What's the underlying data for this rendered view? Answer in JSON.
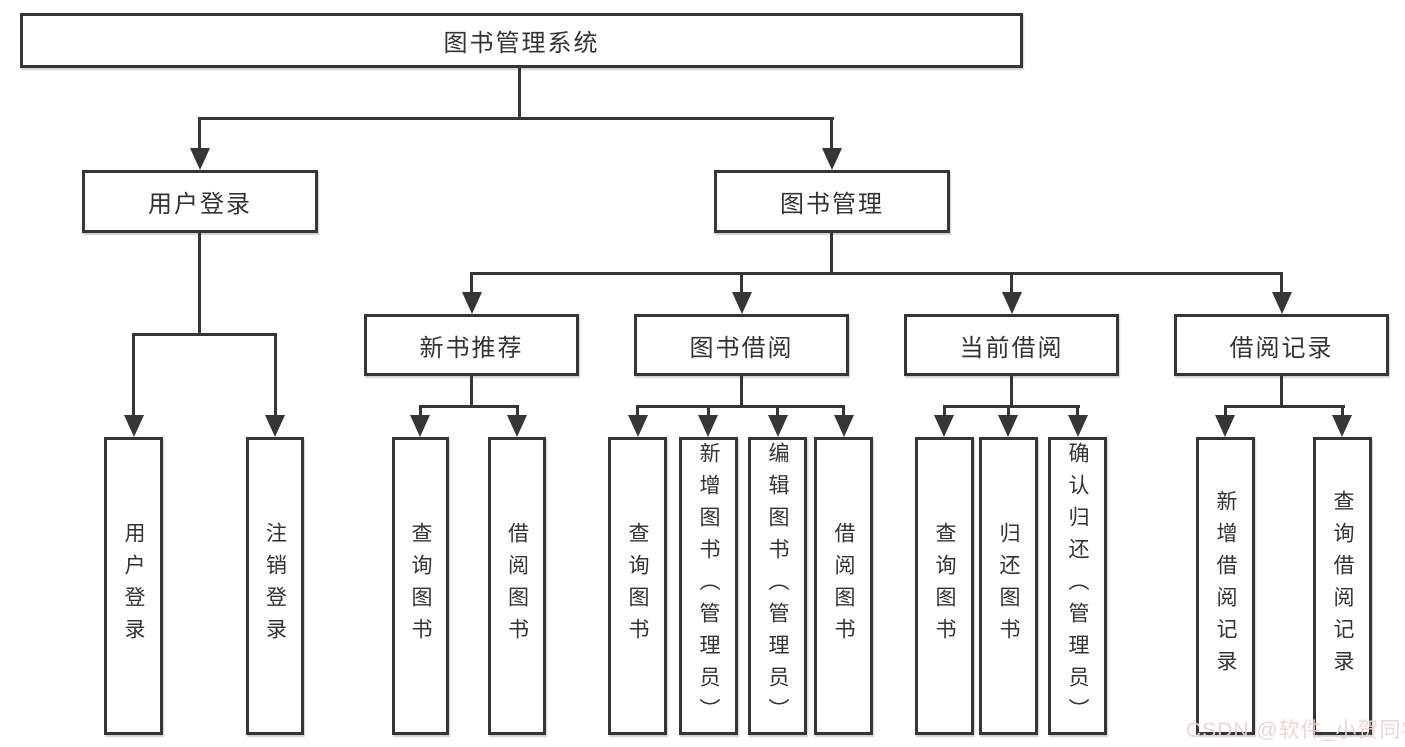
{
  "tree": {
    "label": "图书管理系统",
    "children": [
      {
        "label": "用户登录",
        "children": [
          {
            "label": "用户登录"
          },
          {
            "label": "注销登录"
          }
        ]
      },
      {
        "label": "图书管理",
        "children": [
          {
            "label": "新书推荐",
            "children": [
              {
                "label": "查询图书"
              },
              {
                "label": "借阅图书"
              }
            ]
          },
          {
            "label": "图书借阅",
            "children": [
              {
                "label": "查询图书"
              },
              {
                "label": "新增图书（管理员）"
              },
              {
                "label": "编辑图书（管理员）"
              },
              {
                "label": "借阅图书"
              }
            ]
          },
          {
            "label": "当前借阅",
            "children": [
              {
                "label": "查询图书"
              },
              {
                "label": "归还图书"
              },
              {
                "label": "确认归还（管理员）"
              }
            ]
          },
          {
            "label": "借阅记录",
            "children": [
              {
                "label": "新增借阅记录"
              },
              {
                "label": "查询借阅记录"
              }
            ]
          }
        ]
      }
    ]
  },
  "watermark": {
    "text": "CSDN @软件_小贺同学"
  },
  "colors": {
    "line": "#363636",
    "box_background": "#ffffff",
    "text": "#333333",
    "watermark": "#ecd3d1"
  }
}
